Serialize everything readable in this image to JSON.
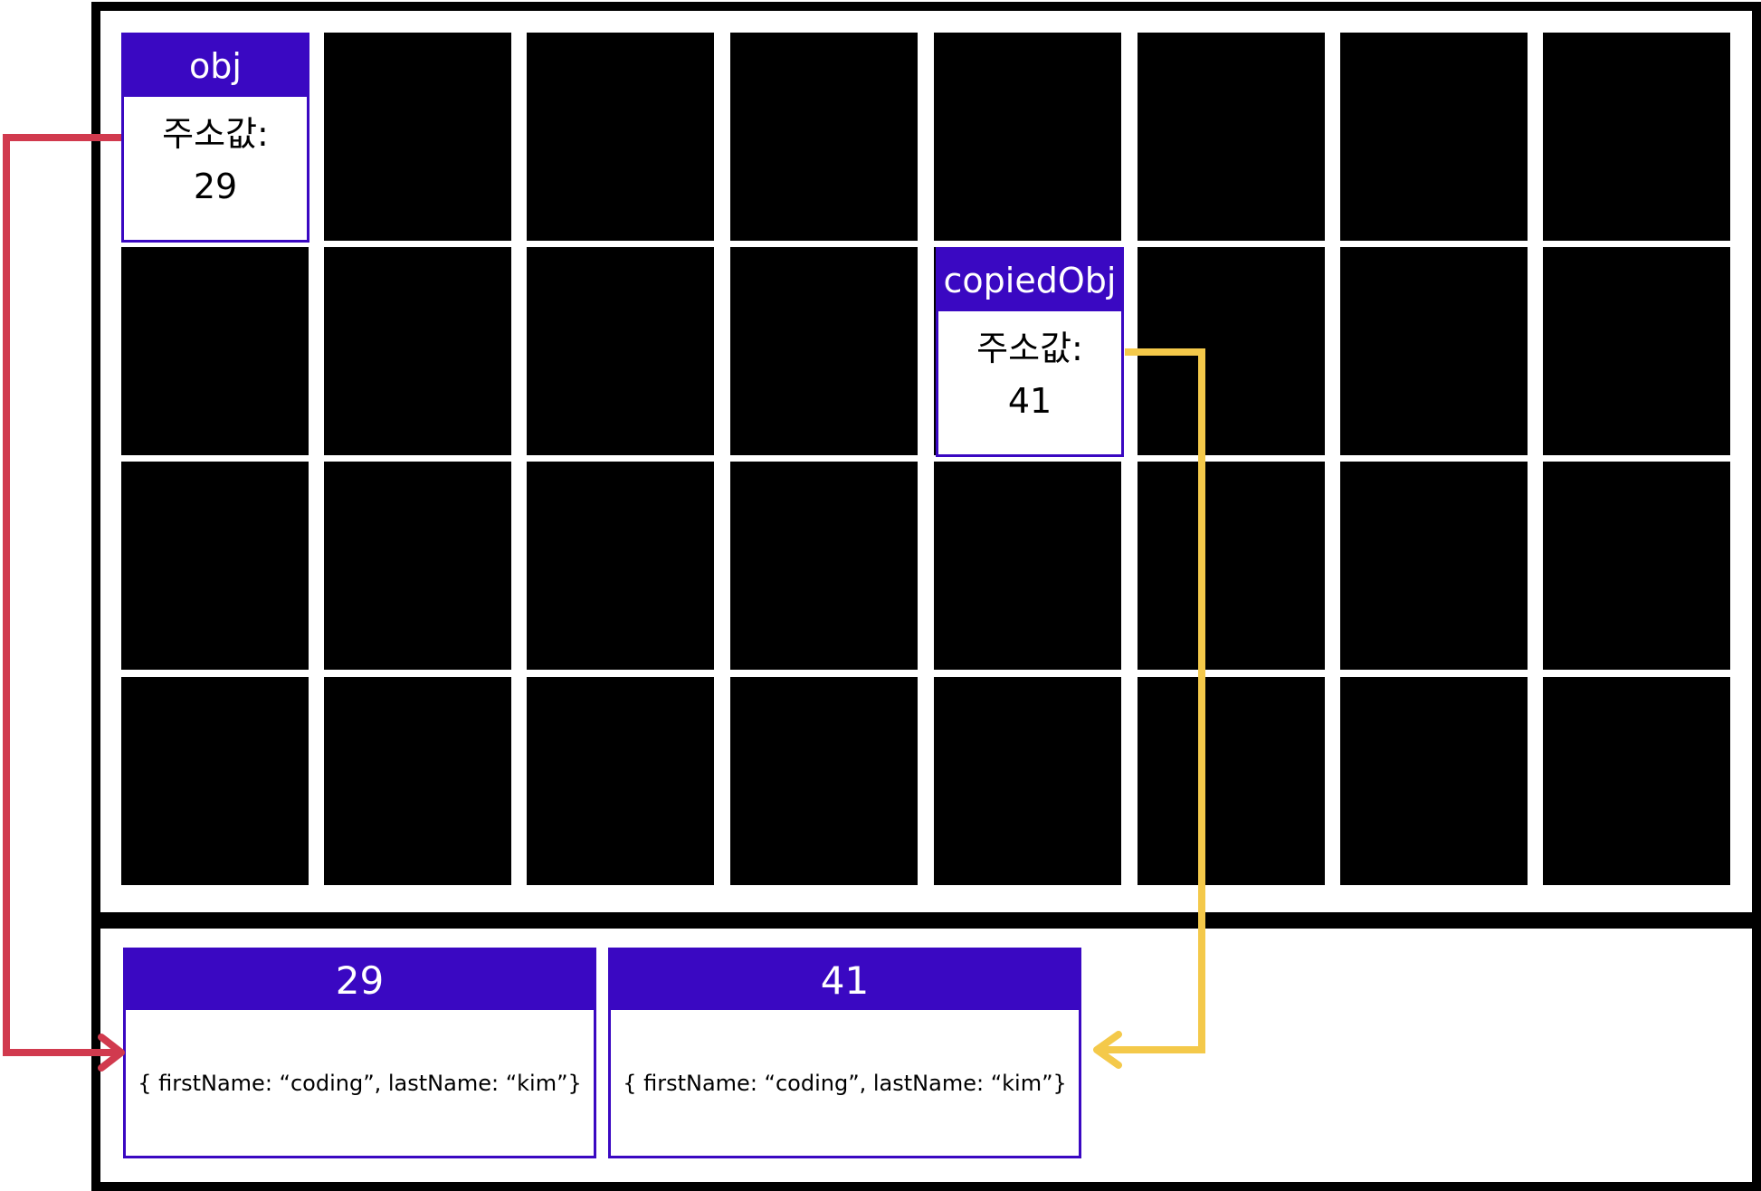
{
  "stack": {
    "obj": {
      "name": "obj",
      "address_label": "주소값:",
      "address": "29"
    },
    "copiedObj": {
      "name": "copiedObj",
      "address_label": "주소값:",
      "address": "41"
    }
  },
  "heap": {
    "objects": [
      {
        "address": "29",
        "value": "{ firstName: “coding”, lastName: “kim”}"
      },
      {
        "address": "41",
        "value": "{ firstName: “coding”, lastName: “kim”}"
      }
    ]
  },
  "colors": {
    "variable_header": "#3a08c2",
    "obj_arrow": "#d13a4e",
    "copiedObj_arrow": "#f4c94a",
    "cell": "#000000"
  }
}
